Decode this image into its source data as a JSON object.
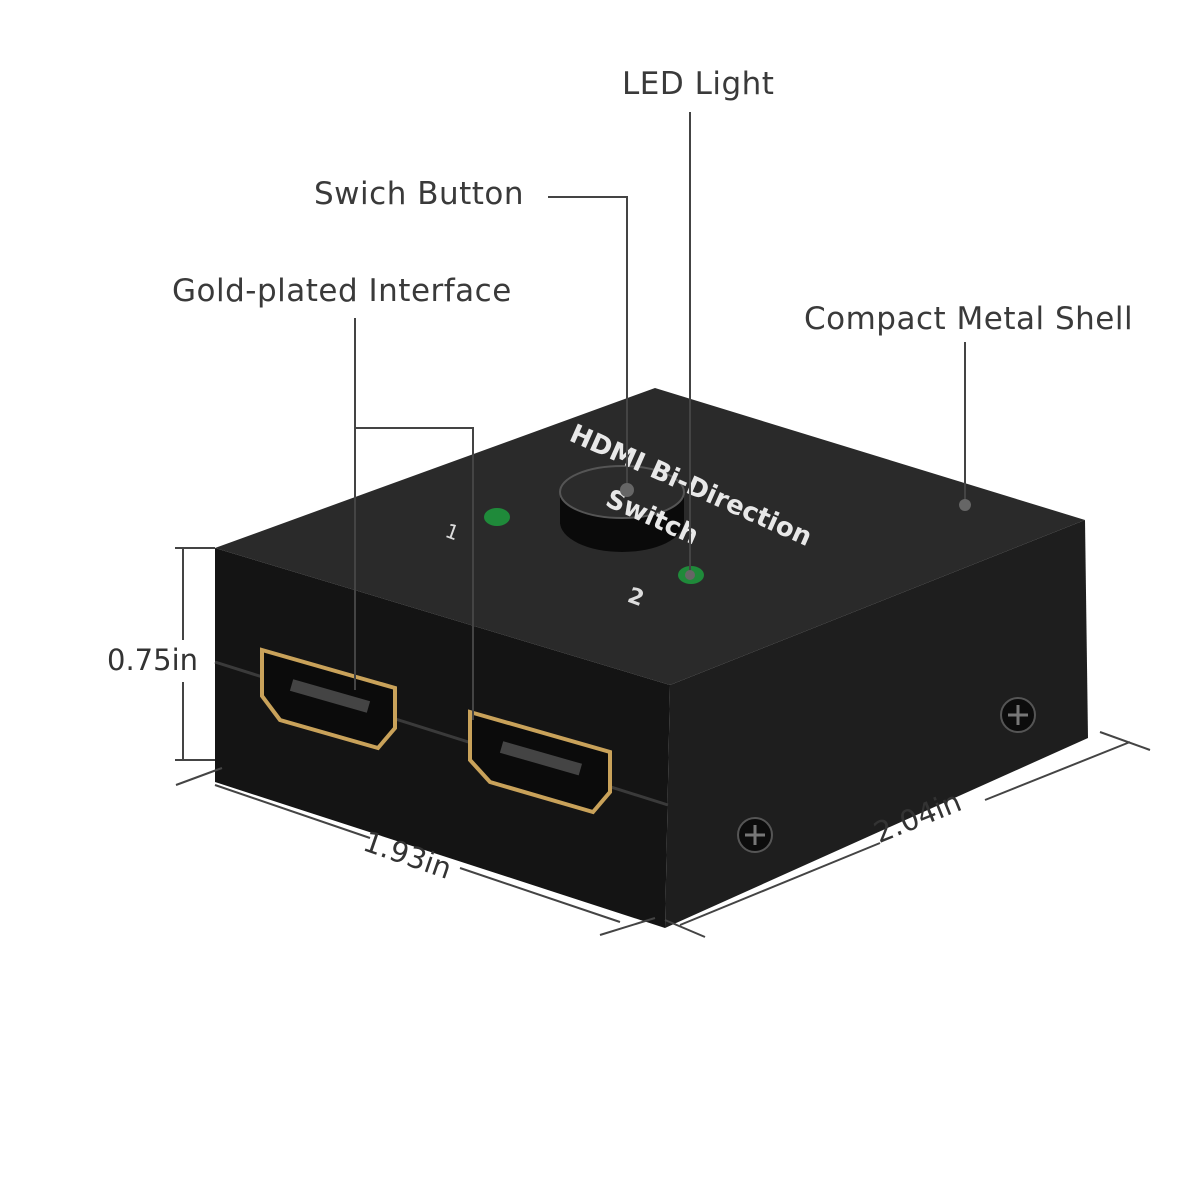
{
  "callouts": {
    "led_light": "LED Light",
    "switch_button": "Swich Button",
    "gold_plated": "Gold-plated Interface",
    "metal_shell": "Compact Metal Shell"
  },
  "dimensions": {
    "height": "0.75in",
    "width": "1.93in",
    "depth": "2.04in"
  },
  "device": {
    "top_text_line1": "HDMI Bi-Direction",
    "top_text_line2": "Switch",
    "port1_label": "1",
    "port2_label": "2"
  },
  "colors": {
    "body": "#1c1c1c",
    "gold": "#c9a25a",
    "led": "#1f8a3a",
    "line": "#444444"
  }
}
